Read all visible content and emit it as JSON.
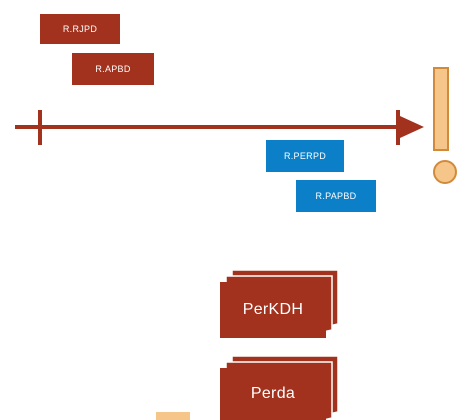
{
  "boxes": {
    "red_top_1": "R.RJPD",
    "red_top_2": "R.APBD",
    "blue_1": "R.PERPD",
    "blue_2": "R.PAPBD",
    "stack_1": "PerKDH",
    "stack_2": "Perda"
  },
  "colors": {
    "brick_red": "#a2321d",
    "blue": "#0b7fc8",
    "exclamation_fill": "#f5c58a",
    "exclamation_stroke": "#d18a3a"
  },
  "icons": {
    "exclamation": "exclamation-mark-icon"
  }
}
